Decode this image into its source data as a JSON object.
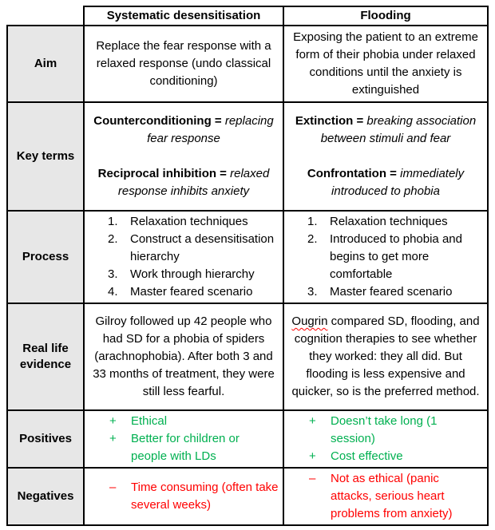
{
  "header": {
    "col_sd": "Systematic desensitisation",
    "col_flooding": "Flooding"
  },
  "rows": {
    "aim": {
      "label": "Aim",
      "sd": "Replace the fear response with a relaxed response (undo classical conditioning)",
      "flooding": "Exposing the patient to an extreme form of their phobia under relaxed conditions until the anxiety is extinguished"
    },
    "key_terms": {
      "label": "Key terms",
      "sd": [
        {
          "term": "Counterconditioning =",
          "definition": "replacing fear response"
        },
        {
          "term": "Reciprocal inhibition =",
          "definition": "relaxed response inhibits anxiety"
        }
      ],
      "flooding": [
        {
          "term": "Extinction =",
          "definition": "breaking association between stimuli and fear"
        },
        {
          "term": "Confrontation =",
          "definition": "immediately introduced to phobia"
        }
      ]
    },
    "process": {
      "label": "Process",
      "sd": [
        {
          "n": "1.",
          "text": "Relaxation techniques"
        },
        {
          "n": "2.",
          "text": "Construct a desensitisation hierarchy"
        },
        {
          "n": "3.",
          "text": "Work through hierarchy"
        },
        {
          "n": "4.",
          "text": "Master feared scenario"
        }
      ],
      "flooding": [
        {
          "n": "1.",
          "text": "Relaxation techniques"
        },
        {
          "n": "2.",
          "text": "Introduced to phobia and begins to get more comfortable"
        },
        {
          "n": "3.",
          "text": "Master feared scenario"
        }
      ]
    },
    "evidence": {
      "label": "Real life evidence",
      "sd": "Gilroy followed up 42 people who had SD for a phobia of spiders (arachnophobia). After both 3 and 33 months of treatment, they were still less fearful.",
      "flooding_misspelled_word": "Ougrin",
      "flooding_rest": " compared SD, flooding, and cognition therapies to see whether they worked: they all did. But flooding is less expensive and quicker, so is the preferred method."
    },
    "positives": {
      "label": "Positives",
      "marker": "+",
      "sd": [
        "Ethical",
        "Better for children or people with LDs"
      ],
      "flooding": [
        "Doesn’t take long (1 session)",
        "Cost effective"
      ]
    },
    "negatives": {
      "label": "Negatives",
      "marker": "–",
      "sd": [
        "Time consuming (often take several weeks)"
      ],
      "flooding": [
        "Not as ethical (panic attacks, serious heart problems from anxiety)"
      ]
    }
  },
  "colors": {
    "positive_green": "#00B050",
    "negative_red": "#FF0000",
    "label_background": "#E7E7E7",
    "border_black": "#000000",
    "spellcheck_underline_red": "#FF0000"
  }
}
